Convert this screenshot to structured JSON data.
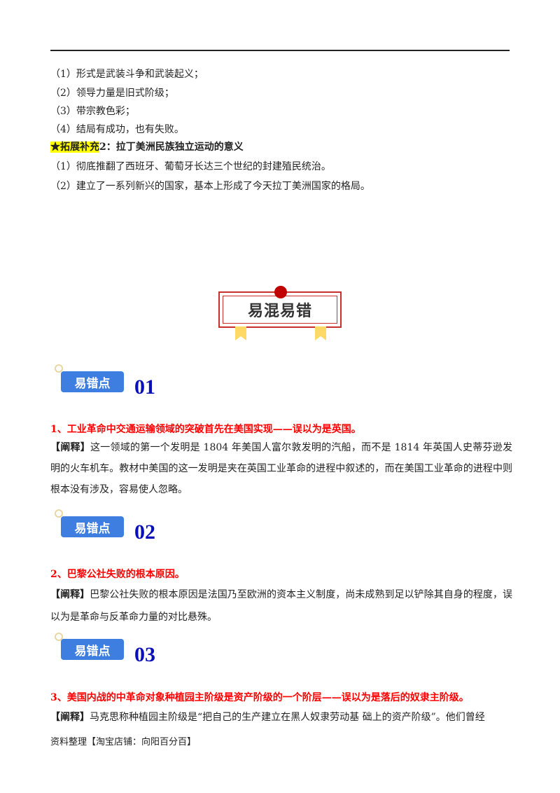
{
  "list1": [
    "（1）形式是武装斗争和武装起义；",
    "（2）领导力量是旧式阶级；",
    "（3）带宗教色彩；",
    "（4）结局有成功，也有失败。"
  ],
  "supplement": {
    "highlight": "★拓展补充",
    "title": "2：拉丁美洲民族独立运动的意义",
    "items": [
      "（1）彻底推翻了西班牙、葡萄牙长达三个世纪的封建殖民统治。",
      "（2）建立了一系列新兴的国家，基本上形成了今天拉丁美洲国家的格局。"
    ]
  },
  "banner": {
    "title": "易混易错",
    "accent": "#c8302c"
  },
  "points": [
    {
      "tag": "易错点",
      "num": "01",
      "heading": "1、工业革命中交通运输领域的突破首先在美国实现——误以为是英国。",
      "label": "【阐释】",
      "text": "这一领域的第一个发明是 1804 年美国人富尔敦发明的汽船，而不是 1814 年英国人史蒂芬逊发明的火车机车。教材中美国的这一发明是夹在英国工业革命的进程中叙述的，而在美国工业革命的进程中则根本没有涉及，容易使人忽略。"
    },
    {
      "tag": "易错点",
      "num": "02",
      "heading": "2、巴黎公社失败的根本原因。",
      "label": "【阐释】",
      "text": "巴黎公社失败的根本原因是法国乃至欧洲的资本主义制度，尚未成熟到足以铲除其自身的程度，误以为是革命与反革命力量的对比悬殊。"
    },
    {
      "tag": "易错点",
      "num": "03",
      "heading": "3、美国内战的中革命对象种植园主阶级是资产阶级的一个阶层——误以为是落后的奴隶主阶级。",
      "label": "【阐释】",
      "text": "马克思称种植园主阶级是“把自己的生产建立在黑人奴隶劳动基 础上的资产阶级”。他们曾经"
    }
  ],
  "footer": "资料整理【淘宝店铺：向阳百分百】"
}
